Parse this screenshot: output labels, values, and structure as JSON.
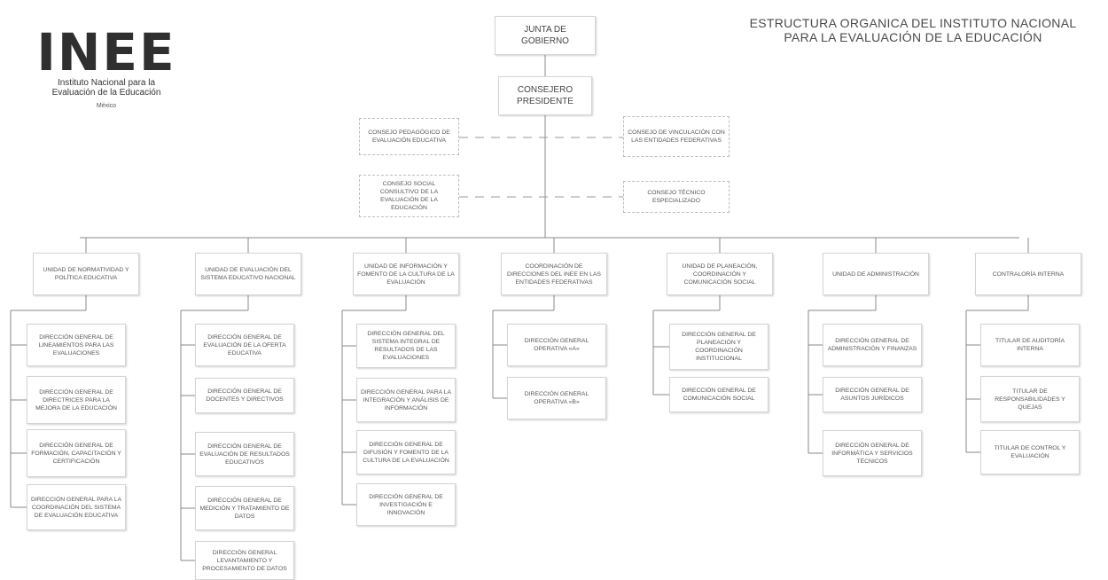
{
  "logo": {
    "mark": "INEE",
    "name_line1": "Instituto Nacional para la",
    "name_line2": "Evaluación de la Educación",
    "country": "México"
  },
  "title": {
    "line1": "ESTRUCTURA ORGANICA DEL INSTITUTO NACIONAL",
    "line2": "PARA LA EVALUACIÓN DE LA EDUCACIÓN"
  },
  "top": {
    "junta": "JUNTA DE GOBIERNO",
    "consejero": "CONSEJERO PRESIDENTE"
  },
  "councils": {
    "pedagogico": "CONSEJO PEDAGÓGICO DE EVALUACIÓN EDUCATIVA",
    "vinculacion": "CONSEJO DE VINCULACIÓN CON LAS ENTIDADES FEDERATIVAS",
    "social": "CONSEJO SOCIAL CONSULTIVO DE LA EVALUACIÓN DE LA EDUCACIÓN",
    "tecnico": "CONSEJO TÉCNICO ESPECIALIZADO"
  },
  "units": [
    {
      "label": "UNIDAD DE NORMATIVIDAD Y POLÍTICA EDUCATIVA",
      "children": [
        "DIRECCIÓN GENERAL DE LINEAMIENTOS PARA LAS EVALUACIONES",
        "DIRECCIÓN GENERAL DE DIRECTRICES PARA LA MEJORA DE LA EDUCACIÓN",
        "DIRECCIÓN GENERAL DE FORMACIÓN, CAPACITACIÓN Y CERTIFICACIÓN",
        "DIRECCIÓN GENERAL PARA LA COORDINACIÓN DEL SISTEMA DE EVALUACIÓN EDUCATIVA"
      ]
    },
    {
      "label": "UNIDAD DE EVALUACIÓN DEL SISTEMA EDUCATIVO NACIONAL",
      "children": [
        "DIRECCIÓN GENERAL DE EVALUACIÓN DE LA OFERTA EDUCATIVA",
        "DIRECCIÓN GENERAL DE DOCENTES Y DIRECTIVOS",
        "DIRECCIÓN GENERAL DE EVALUACIÓN DE RESULTADOS EDUCATIVOS",
        "DIRECCIÓN GENERAL DE MEDICIÓN Y TRATAMIENTO DE DATOS",
        "DIRECCIÓN GENERAL LEVANTAMIENTO Y PROCESAMIENTO DE DATOS"
      ]
    },
    {
      "label": "UNIDAD DE INFORMACIÓN Y FOMENTO DE LA CULTURA DE LA EVALUACIÓN",
      "children": [
        "DIRECCIÓN GENERAL DEL SISTEMA INTEGRAL DE RESULTADOS DE LAS EVALUACIONES",
        "DIRECCIÓN GENERAL PARA LA INTEGRACIÓN Y ANÁLISIS DE INFORMACIÓN",
        "DIRECCIÓN GENERAL DE DIFUSIÓN Y FOMENTO DE LA CULTURA DE LA EVALUACIÓN",
        "DIRECCIÓN GENERAL DE INVESTIGACIÓN E INNOVACIÓN"
      ]
    },
    {
      "label": "COORDINACIÓN DE DIRECCIONES DEL INEE EN LAS ENTIDADES FEDERATIVAS",
      "children": [
        "DIRECCIÓN GENERAL OPERATIVA «A»",
        "DIRECCIÓN GENERAL OPERATIVA «B»"
      ]
    },
    {
      "label": "UNIDAD DE PLANEACIÓN, COORDINACIÓN Y COMUNICACIÓN SOCIAL",
      "children": [
        "DIRECCIÓN GENERAL DE PLANEACIÓN Y COORDINACIÓN INSTITUCIONAL",
        "DIRECCIÓN GENERAL DE COMUNICACIÓN SOCIAL"
      ]
    },
    {
      "label": "UNIDAD DE ADMINISTRACIÓN",
      "children": [
        "DIRECCIÓN GENERAL DE ADMINISTRACIÓN Y FINANZAS",
        "DIRECCIÓN GENERAL DE ASUNTOS JURÍDICOS",
        "DIRECCIÓN GENERAL DE INFORMÁTICA Y SERVICIOS TÉCNICOS"
      ]
    },
    {
      "label": "CONTRALORÍA INTERNA",
      "children": [
        "TITULAR DE AUDITORÍA INTERNA",
        "TITULAR DE RESPONSABILIDADES Y QUEJAS",
        "TITULAR DE CONTROL Y EVALUACIÓN"
      ]
    }
  ]
}
